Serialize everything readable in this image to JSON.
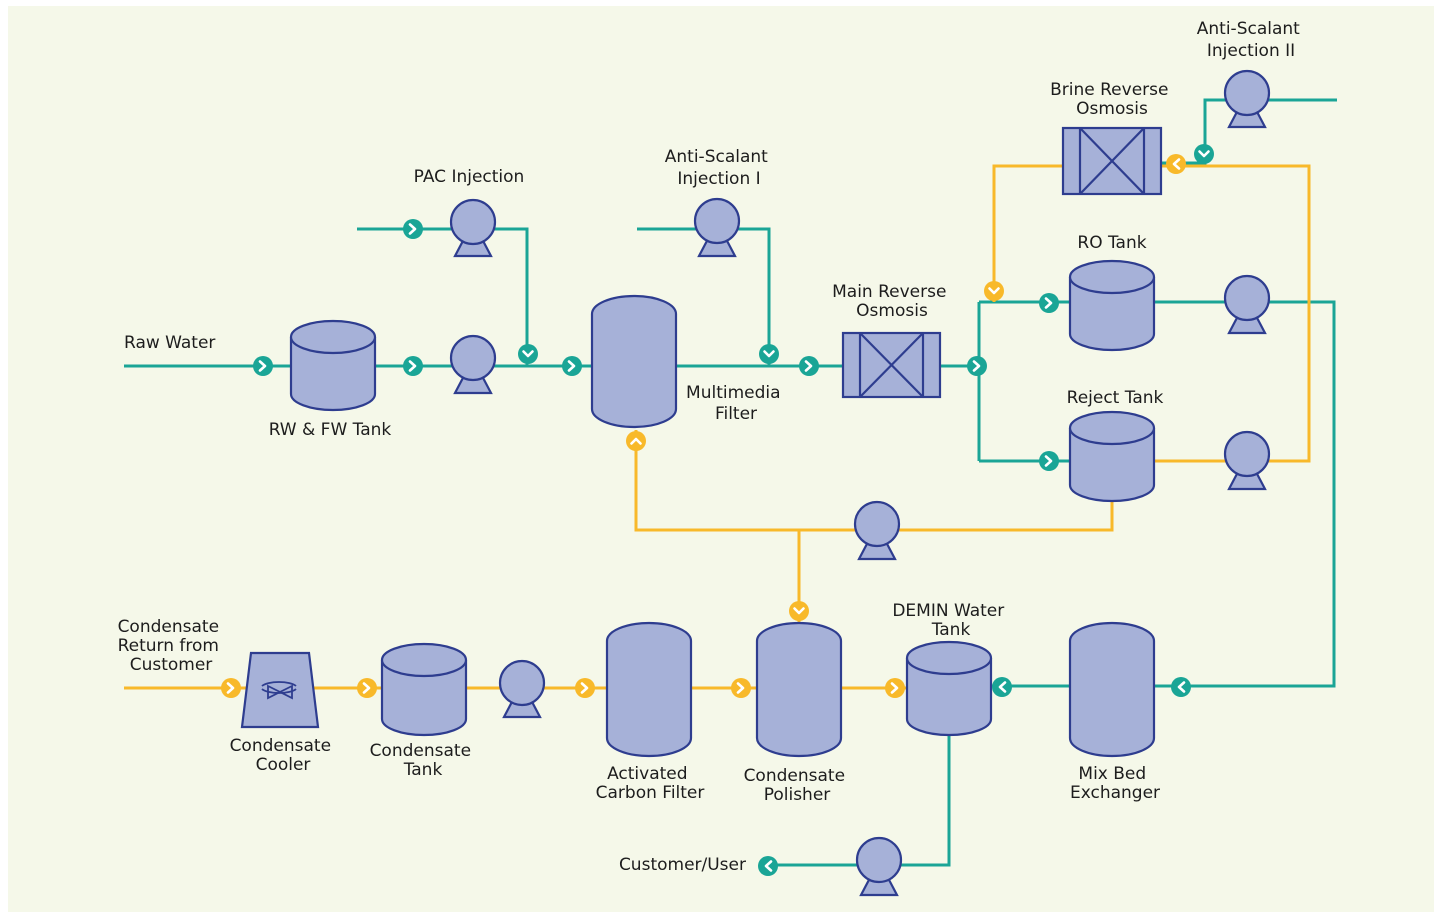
{
  "colors": {
    "background": "#f5f8e9",
    "water_line": "#1aa596",
    "condensate_line": "#f8b92a",
    "equipment_fill": "#a6b1d8",
    "equipment_stroke": "#2e3d8f",
    "text": "#1d1d1d"
  },
  "labels": {
    "raw_water": "Raw Water",
    "rw_fw_tank": "RW & FW Tank",
    "pac_injection": "PAC Injection",
    "anti_scalant_1": [
      "Anti-Scalant",
      "Injection I"
    ],
    "anti_scalant_2": [
      "Anti-Scalant",
      "Injection II"
    ],
    "multimedia_filter": [
      "Multimedia",
      "Filter"
    ],
    "main_ro": [
      "Main Reverse",
      "Osmosis"
    ],
    "brine_ro": [
      "Brine Reverse",
      "Osmosis"
    ],
    "ro_tank": "RO Tank",
    "reject_tank": "Reject Tank",
    "condensate_return": [
      "Condensate",
      "Return from",
      "Customer"
    ],
    "condensate_cooler": [
      "Condensate",
      "Cooler"
    ],
    "condensate_tank": [
      "Condensate",
      "Tank"
    ],
    "activated_carbon": [
      "Activated",
      "Carbon Filter"
    ],
    "condensate_polisher": [
      "Condensate",
      "Polisher"
    ],
    "demin_tank": [
      "DEMIN Water",
      "Tank"
    ],
    "mix_bed": [
      "Mix Bed",
      "Exchanger"
    ],
    "customer_user": "Customer/User"
  },
  "icons": {
    "pump": "pump-icon",
    "tank": "tank-icon",
    "vessel": "vessel-icon",
    "membrane": "membrane-module-icon",
    "cooler": "cooling-tower-icon",
    "flow": "flow-arrow-icon"
  }
}
